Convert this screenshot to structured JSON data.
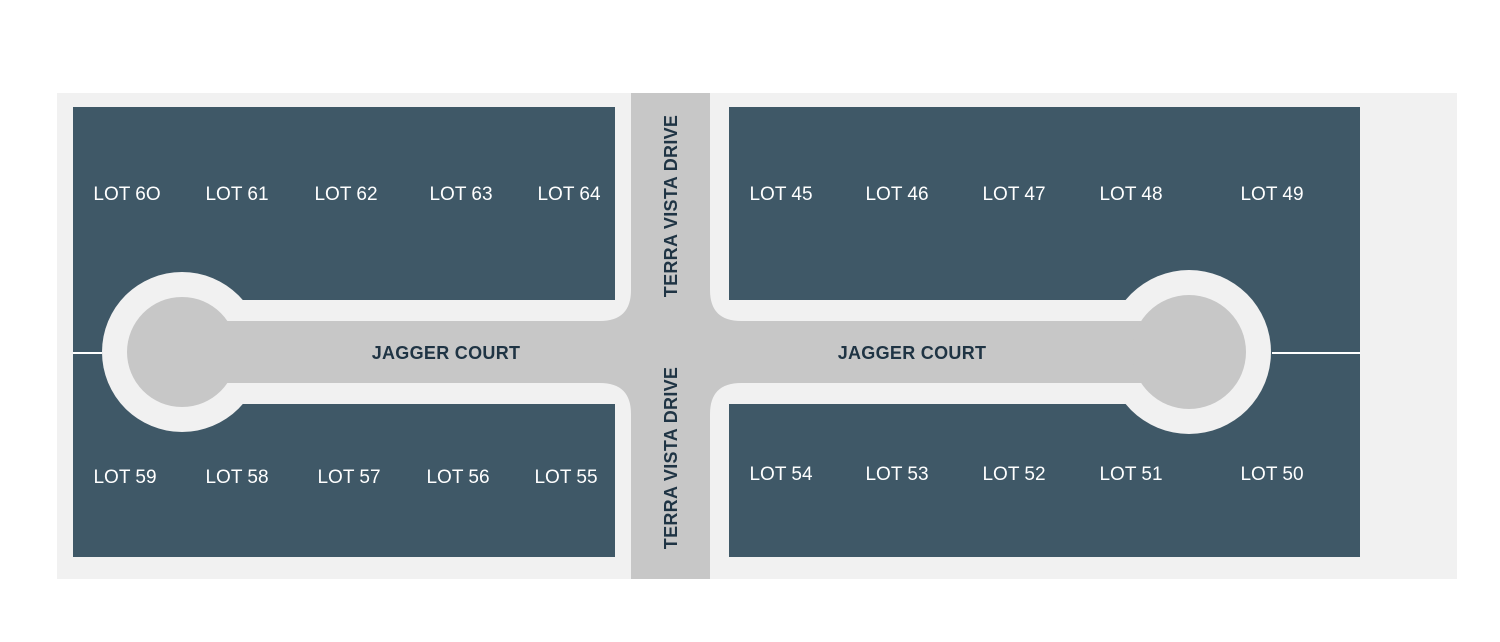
{
  "map": {
    "lots": {
      "lot_60": "LOT 6O",
      "lot_61": "LOT 61",
      "lot_62": "LOT 62",
      "lot_63": "LOT 63",
      "lot_64": "LOT 64",
      "lot_45": "LOT 45",
      "lot_46": "LOT 46",
      "lot_47": "LOT 47",
      "lot_48": "LOT 48",
      "lot_49": "LOT 49",
      "lot_59": "LOT 59",
      "lot_58": "LOT 58",
      "lot_57": "LOT 57",
      "lot_56": "LOT 56",
      "lot_55": "LOT 55",
      "lot_54": "LOT 54",
      "lot_53": "LOT 53",
      "lot_52": "LOT 52",
      "lot_51": "LOT 51",
      "lot_50": "LOT 50"
    },
    "streets": {
      "court_west": "JAGGER COURT",
      "court_east": "JAGGER COURT",
      "drive_north": "TERRA VISTA DRIVE",
      "drive_south": "TERRA VISTA DRIVE"
    },
    "colors": {
      "lot_fill": "#3f5867",
      "road_fill": "#c7c7c7",
      "background": "#f1f1f1"
    }
  }
}
